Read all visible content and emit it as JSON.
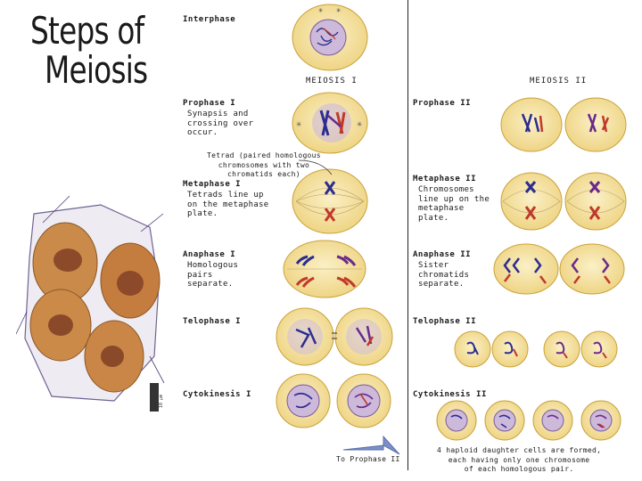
{
  "title": {
    "line1": "Steps of",
    "line2": "Meiosis"
  },
  "headers": {
    "meiosis1": "MEIOSIS I",
    "meiosis2": "MEIOSIS II"
  },
  "stages_left": {
    "interphase": "Interphase",
    "prophase1": "Prophase I",
    "prophase1_desc": "Synapsis and\ncrossing over\noccur.",
    "tetrad_note": "Tetrad (paired homologous\nchromosomes with two\nchromatids each)",
    "metaphase1": "Metaphase I",
    "metaphase1_desc": "Tetrads line up\non the metaphase\nplate.",
    "anaphase1": "Anaphase I",
    "anaphase1_desc": "Homologous\npairs\nseparate.",
    "telophase1": "Telophase I",
    "cytokinesis1": "Cytokinesis I",
    "to_prophase": "To Prophase II"
  },
  "stages_right": {
    "prophase2": "Prophase II",
    "metaphase2": "Metaphase II",
    "metaphase2_desc": "Chromosomes\nline up on the\nmetaphase\nplate.",
    "anaphase2": "Anaphase II",
    "anaphase2_desc": "Sister\nchromatids\nseparate.",
    "telophase2": "Telophase II",
    "cytokinesis2": "Cytokinesis II",
    "result_note": "4 haploid daughter cells are formed,\neach having only one chromosome\nof each homologous pair."
  },
  "photo_scale": "10 μm",
  "colors": {
    "cell_fill": "#f3df9a",
    "cell_edge": "#c9a23a",
    "nucleus": "#c9b8d8",
    "chrom_blue": "#2b2d8f",
    "chrom_red": "#c0392b",
    "chrom_purple": "#6a2a8a"
  }
}
